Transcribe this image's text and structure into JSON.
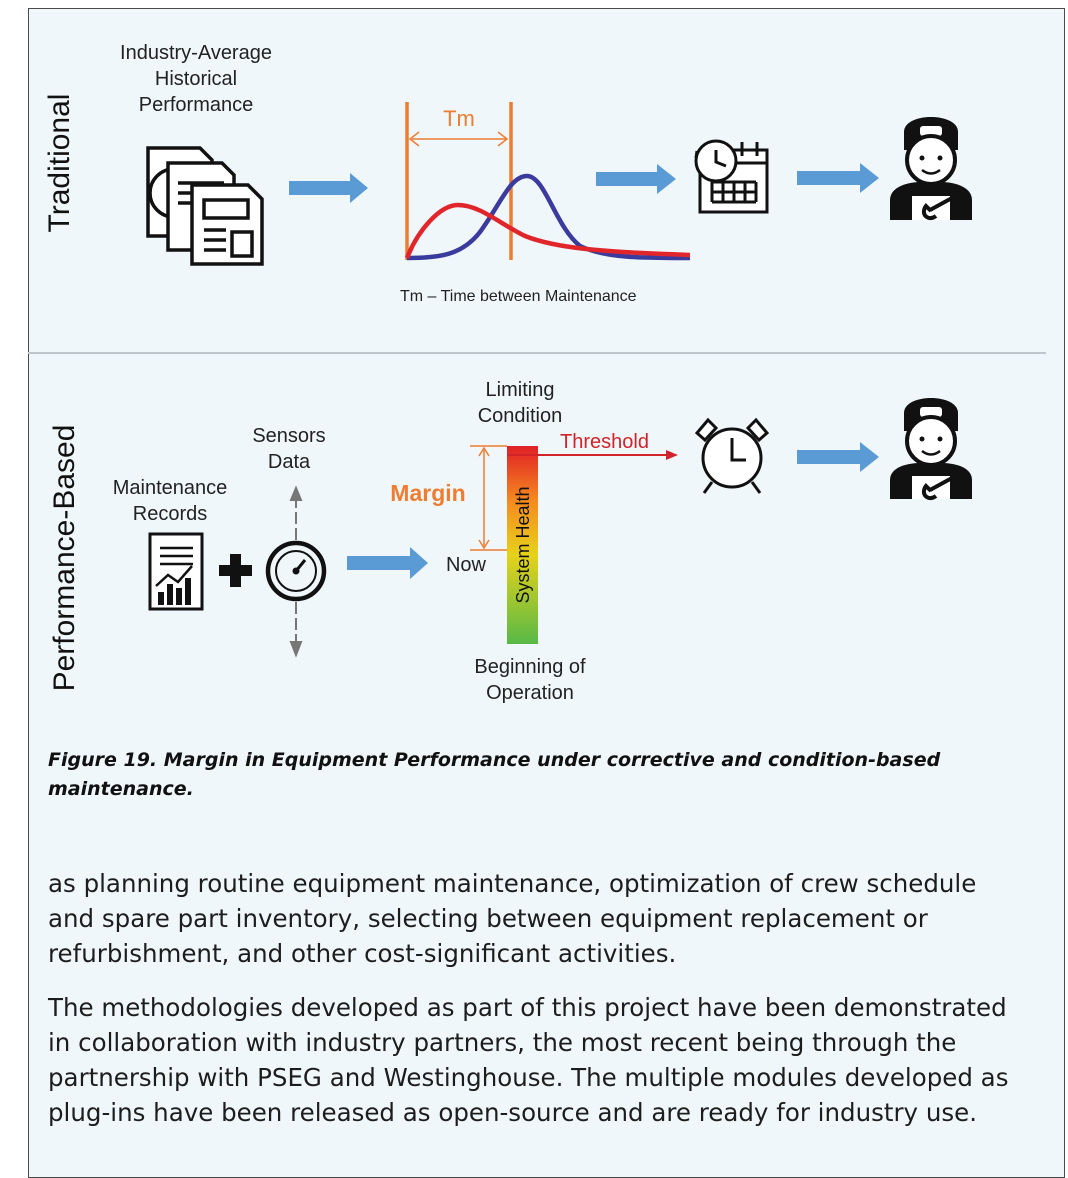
{
  "figure": {
    "rows": [
      {
        "label": "Traditional"
      },
      {
        "label": "Performance-Based"
      }
    ],
    "traditional": {
      "source_label_lines": [
        "Industry-Average",
        "Historical",
        "Performance"
      ],
      "tm_label": "Tm",
      "tm_caption": "Tm – Time between Maintenance",
      "icons": [
        "documents-icon",
        "calendar-clock-icon",
        "technician-icon"
      ]
    },
    "performance": {
      "maintenance_label_lines": [
        "Maintenance",
        "Records"
      ],
      "sensors_label_lines": [
        "Sensors",
        "Data"
      ],
      "limiting_label_lines": [
        "Limiting",
        "Condition"
      ],
      "threshold_label": "Threshold",
      "margin_label": "Margin",
      "now_label": "Now",
      "bar_label": "System Health",
      "beginning_label_lines": [
        "Beginning of",
        "Operation"
      ],
      "icons": [
        "report-chart-icon",
        "plus-icon",
        "gauge-icon",
        "alarm-clock-icon",
        "technician-icon"
      ]
    },
    "colors": {
      "arrow": "#5b9bd5",
      "orange": "#ed7d31",
      "red_curve": "#e0262a",
      "blue_curve": "#3b3b9e",
      "threshold": "#d0242a",
      "panel_bg": "#f0f7fa"
    },
    "caption_lines": [
      "Figure 19. Margin in Equipment Performance under corrective and condition-based",
      "maintenance."
    ]
  },
  "body_paragraphs": [
    {
      "lines": [
        "as planning routine equipment maintenance, optimization of crew schedule",
        "and spare part inventory, selecting between equipment replacement or",
        "refurbishment, and other cost-significant activities."
      ]
    },
    {
      "lines": [
        "The methodologies developed as part of this project have been demonstrated",
        "in collaboration with industry partners, the most recent being through the",
        "partnership with PSEG and Westinghouse. The multiple modules developed as",
        "plug-ins have been released as open-source and are ready for industry use."
      ]
    }
  ]
}
